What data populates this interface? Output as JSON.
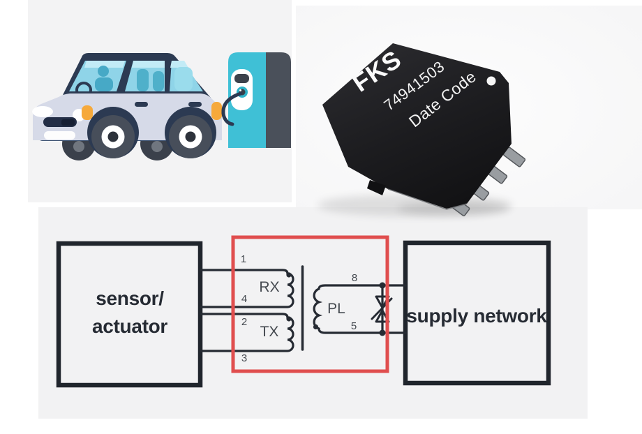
{
  "component_photo": {
    "brand": "FKS",
    "part_number": "74941503",
    "date_code_label": "Date Code"
  },
  "diagram": {
    "left_box": {
      "line1": "sensor/",
      "line2": "actuator"
    },
    "right_box": {
      "label": "supply network"
    },
    "windings": {
      "rx": "RX",
      "tx": "TX",
      "pl": "PL"
    },
    "pins": {
      "rx_top": "1",
      "rx_bottom": "4",
      "tx_top": "2",
      "tx_bottom": "3",
      "pl_top": "8",
      "pl_bottom": "5"
    },
    "highlight_color": "#e04e4e",
    "line_color": "#262b33"
  },
  "colors": {
    "panel_grey": "#f2f2f3",
    "station_teal": "#3fc0d6",
    "car_navy": "#2c3a52",
    "accent_orange": "#f6a93b"
  }
}
